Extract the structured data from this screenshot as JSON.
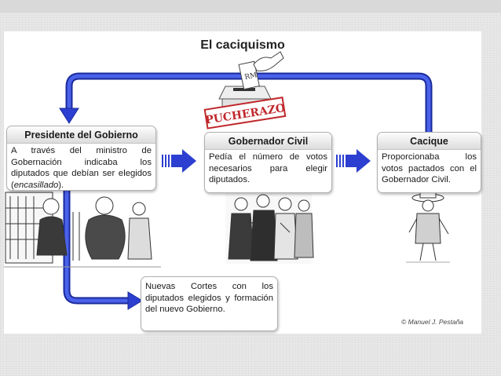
{
  "title": "El caciquismo",
  "stamp": "PUCHERAZO",
  "ballot": "RM",
  "boxes": {
    "president": {
      "heading": "Presidente del Gobierno",
      "text": "A través del ministro de Gobernación indicaba los diputados que debían ser elegidos (",
      "emphasis": "encasillado",
      "text_end": ")."
    },
    "governor": {
      "heading": "Gobernador Civil",
      "text": "Pedía el número de votos necesarios para elegir diputados."
    },
    "cacique": {
      "heading": "Cacique",
      "text": "Proporcionaba los votos pactados con el Gobernador Civil."
    },
    "cortes": {
      "text": "Nuevas Cortes con los diputados elegidos y formación del nuevo Gobierno."
    }
  },
  "credit": "© Manuel J. Pestaña",
  "colors": {
    "arrow": "#2c3fd0",
    "arrow_dark": "#1a2a9a",
    "stamp": "#c0282c"
  },
  "icons": [
    "ballot-box-icon",
    "hand-icon",
    "illustration-president",
    "illustration-governor",
    "illustration-cacique"
  ]
}
